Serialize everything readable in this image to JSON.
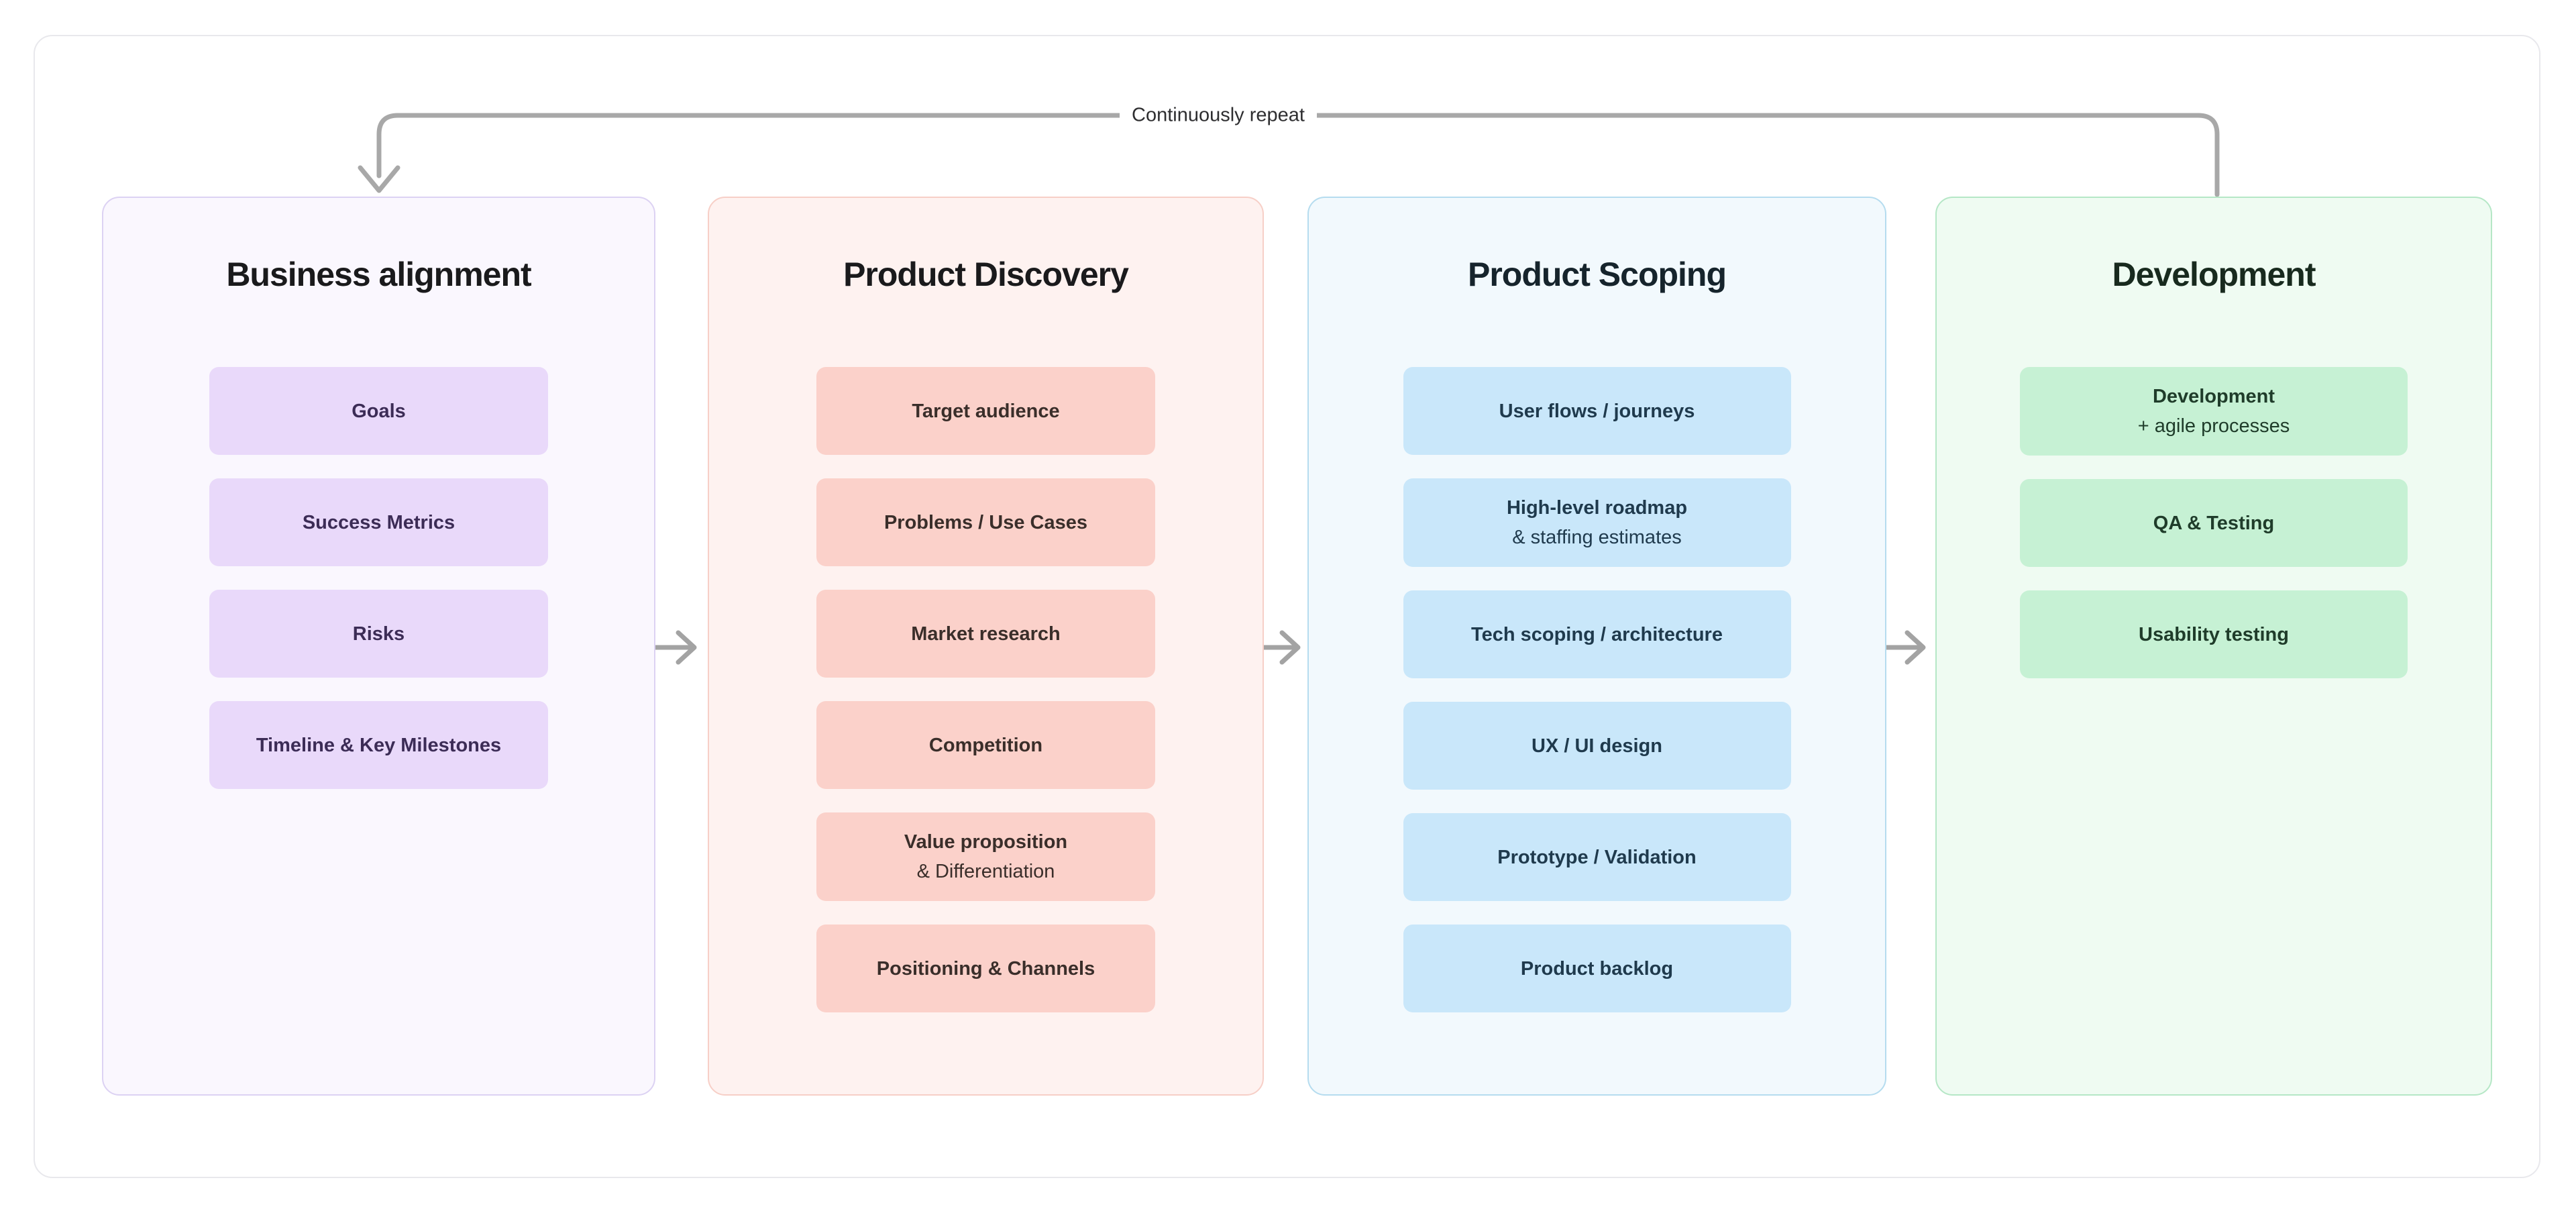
{
  "loop_arrow": {
    "label": "Continuously repeat",
    "color": "#a8a8a8",
    "label_color": "#2e2e30"
  },
  "flow_arrow_color": "#a3a3a3",
  "card": {
    "background": "#ffffff",
    "border_color": "#e8e8ec"
  },
  "columns": [
    {
      "title": "Business alignment",
      "colors": {
        "bg": "#faf7fe",
        "border": "#dcd2f3",
        "item_bg": "#e9d9fa",
        "item_text": "#3c2c56",
        "title_color": "#1a1a1c"
      },
      "items": [
        {
          "line1": "Goals"
        },
        {
          "line1": "Success Metrics"
        },
        {
          "line1": "Risks"
        },
        {
          "line1": "Timeline & Key Milestones"
        }
      ]
    },
    {
      "title": "Product Discovery",
      "colors": {
        "bg": "#fef2f0",
        "border": "#f7cfc7",
        "item_bg": "#fbd1ca",
        "item_text": "#3a2e2a",
        "title_color": "#1a1a1c"
      },
      "items": [
        {
          "line1": "Target audience"
        },
        {
          "line1": "Problems / Use Cases"
        },
        {
          "line1": "Market research"
        },
        {
          "line1": "Competition"
        },
        {
          "line1": "Value proposition",
          "line2": "& Differentiation"
        },
        {
          "line1": "Positioning & Channels"
        }
      ]
    },
    {
      "title": "Product Scoping",
      "colors": {
        "bg": "#f2f9fd",
        "border": "#b5dcef",
        "item_bg": "#c9e7fa",
        "item_text": "#1f3a4d",
        "title_color": "#16242c"
      },
      "items": [
        {
          "line1": "User flows / journeys"
        },
        {
          "line1": "High-level roadmap",
          "line2": "& staffing estimates"
        },
        {
          "line1": "Tech scoping / architecture"
        },
        {
          "line1": "UX / UI design"
        },
        {
          "line1": "Prototype / Validation"
        },
        {
          "line1": "Product backlog"
        }
      ]
    },
    {
      "title": "Development",
      "colors": {
        "bg": "#effbf2",
        "border": "#b5e7c6",
        "item_bg": "#c6f1d4",
        "item_text": "#1f3c2a",
        "title_color": "#182a1e"
      },
      "items": [
        {
          "line1": "Development",
          "line2": "+ agile processes"
        },
        {
          "line1": "QA & Testing"
        },
        {
          "line1": "Usability testing"
        }
      ]
    }
  ]
}
